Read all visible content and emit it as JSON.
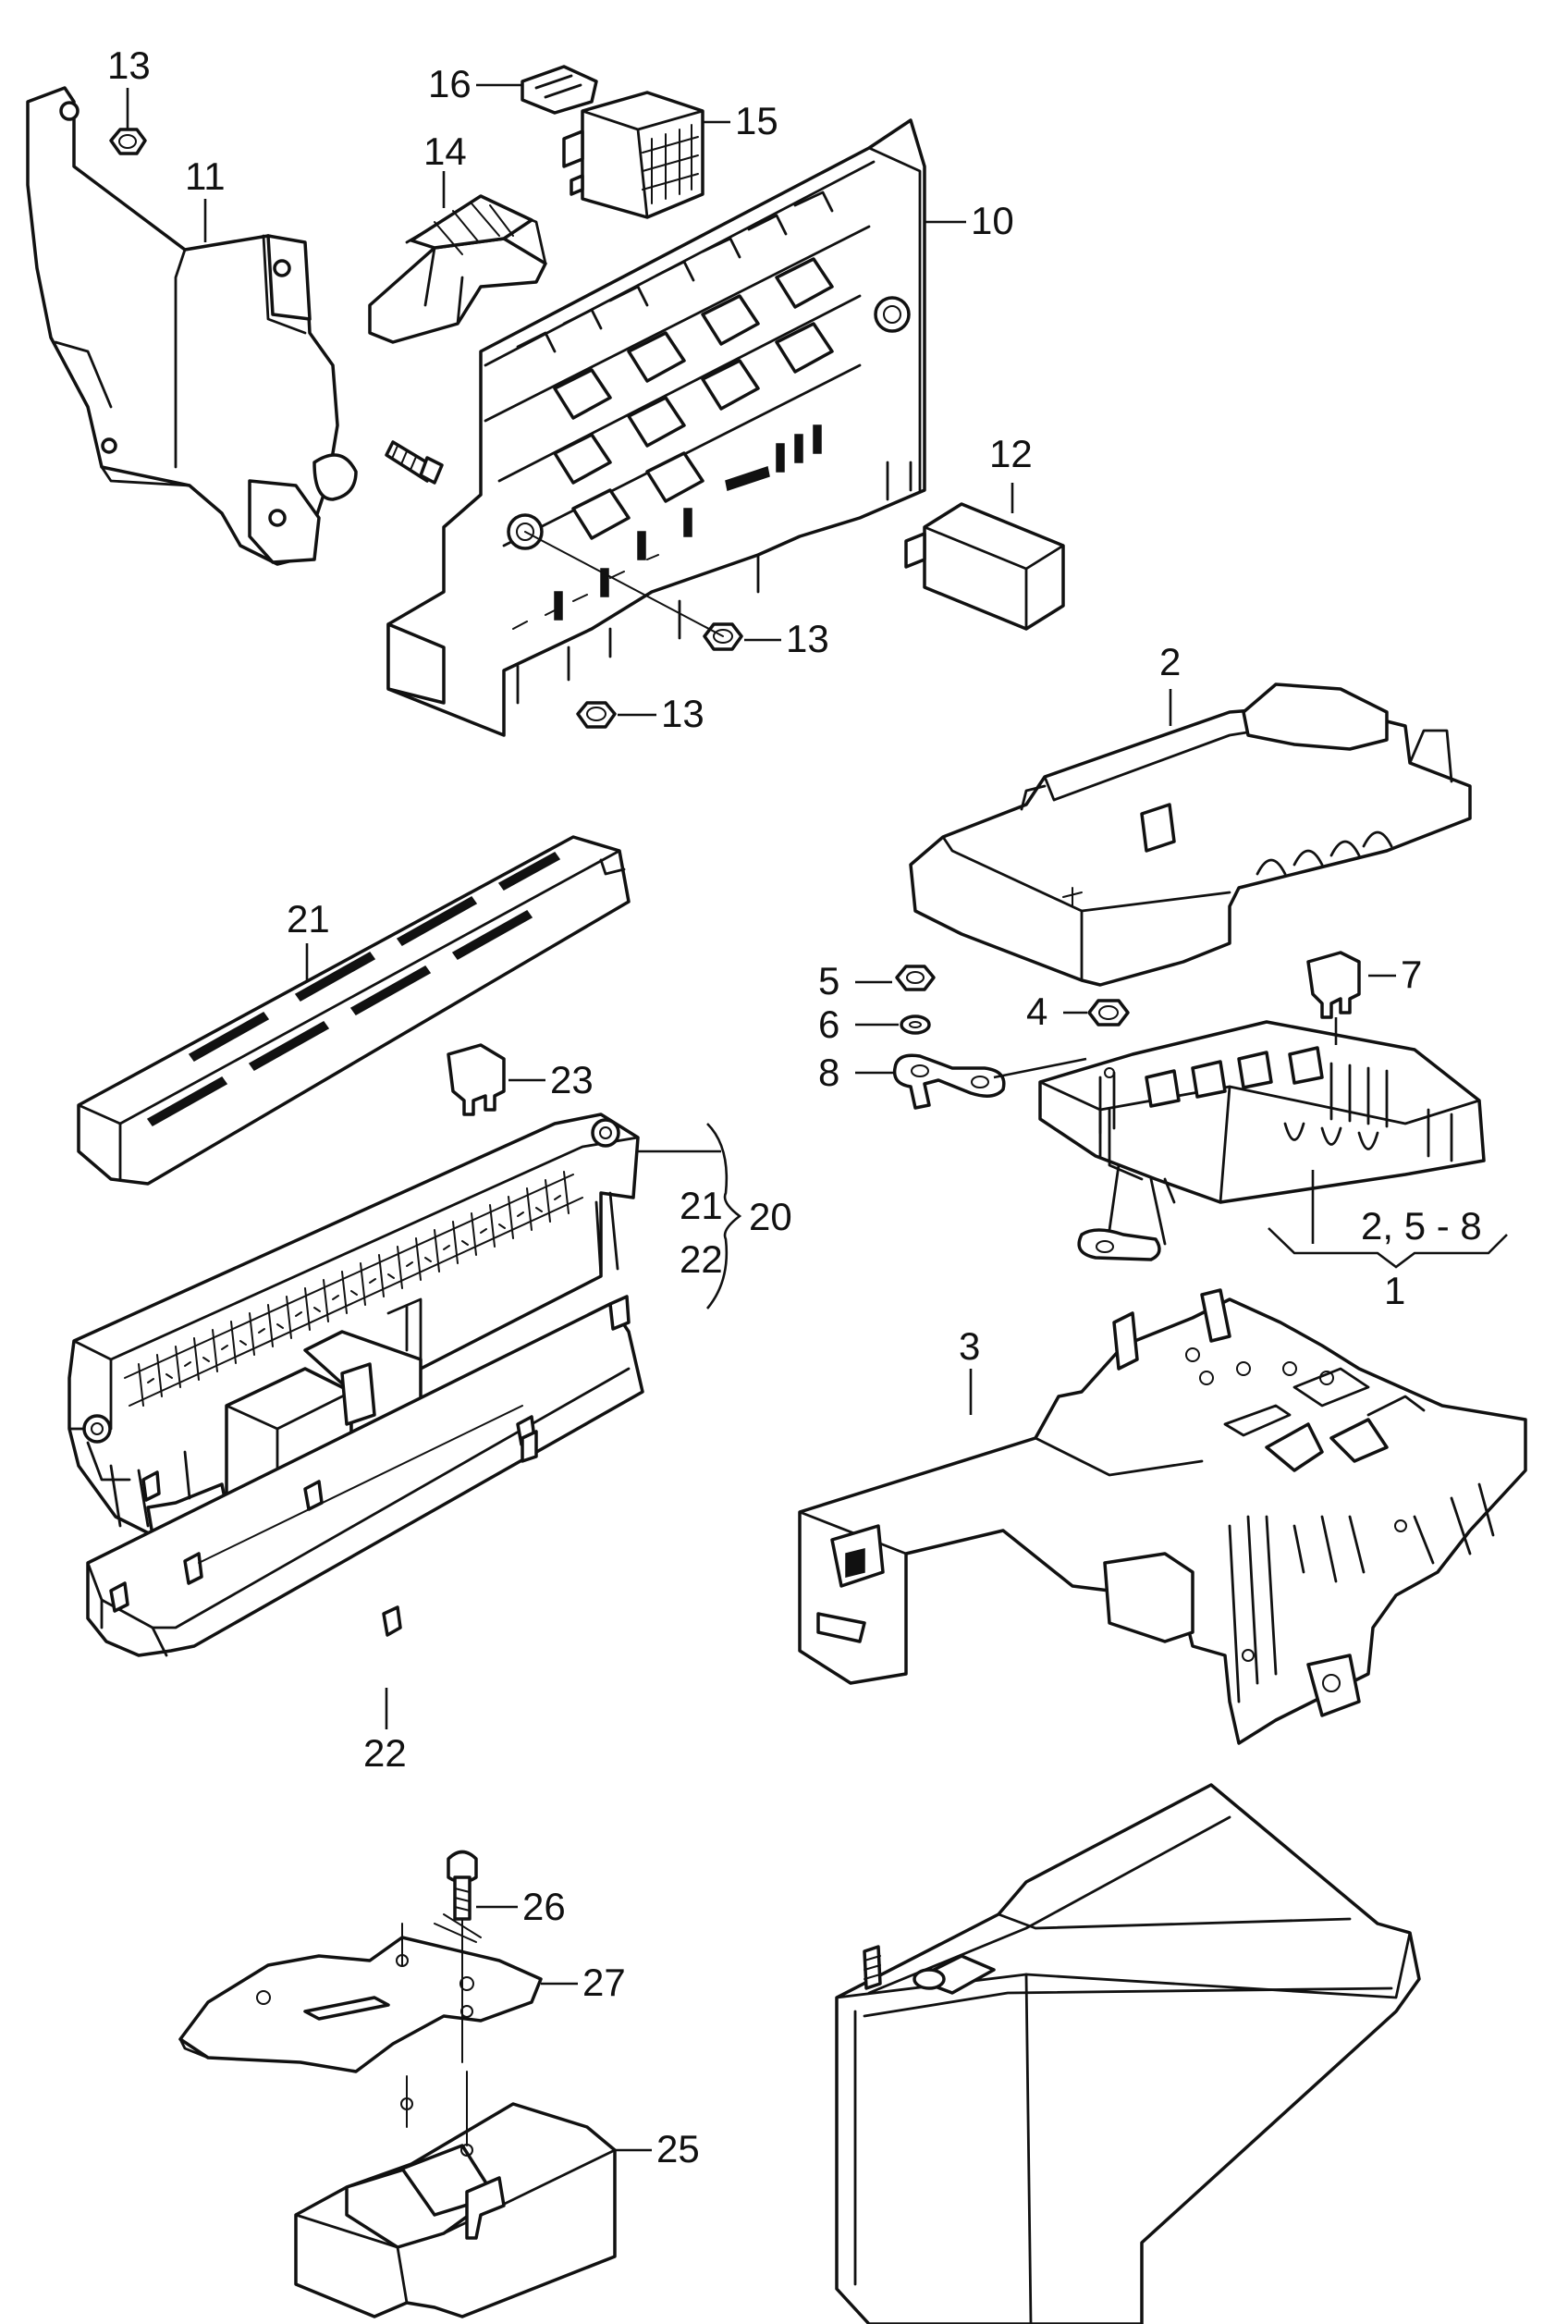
{
  "diagram": {
    "callouts": {
      "c1": "1",
      "c2": "2",
      "c3": "3",
      "c4": "4",
      "c5": "5",
      "c6": "6",
      "c7": "7",
      "c8": "8",
      "c10": "10",
      "c11": "11",
      "c12": "12",
      "c13a": "13",
      "c13b": "13",
      "c13c": "13",
      "c14": "14",
      "c15": "15",
      "c16": "16",
      "c20": "20",
      "c21a": "21",
      "c21b": "21",
      "c22a": "22",
      "c22b": "22",
      "c23": "23",
      "c25": "25",
      "c26": "26",
      "c27": "27",
      "c1range": "2, 5 - 8"
    }
  }
}
